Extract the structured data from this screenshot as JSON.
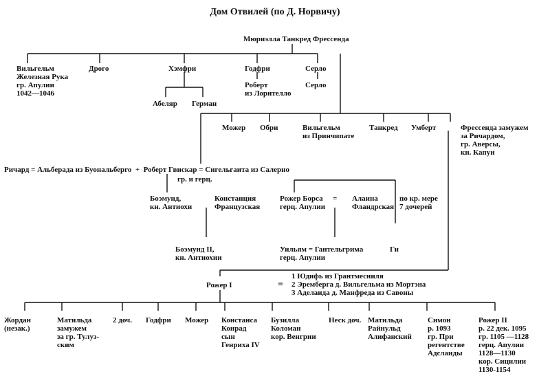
{
  "title": "Дом Отвилей (по Д. Норвичу)",
  "nodes": {
    "root": "Мюриэлла Танкред Фрессенда",
    "wilhelm": "Вильгельм\nЖелезная Рука\nгр. Апулии\n1042—1046",
    "drogo": "Дрого",
    "humphrey": "Хэмфри",
    "godfrey1": "Годфри",
    "serlo1": "Серло",
    "abelard": "Абеляр",
    "herman": "Герман",
    "robert_lor": "Роберт\nиз Лорителло",
    "serlo2": "Серло",
    "mauger1": "Можер",
    "aubrey": "Обри",
    "wilhelm_pr": "Вильгельм\nиз Принчипате",
    "tancred": "Танкред",
    "humbert": "Умберт",
    "fressenda": "Фрессенда замужем\nза Ричардом,\nгр. Аверсы,\nкн. Капуи",
    "richard_line": "Ричард = Альберада из Буональберго  +  Роберт Гвискар = Сигельгаита из Салерно",
    "guiscard_title": "гр. и герц.",
    "bohemond1": "Боэмунд,\nкн. Антиохи",
    "constance_fr": "Констанция\nФранцузская",
    "roger_borsa": "Рожер Борса\nгерц. Апулии",
    "eq_borsa": "=",
    "alaina": "Алаина\nФландрская",
    "seven_daughters": "по кр. мере\n7 дочерей",
    "bohemond2": "Боэмунд II,\nкн. Антиохии",
    "william_ap": "Уильям = Гантельгрима\nгерц. Апулии",
    "guy": "Ги",
    "roger1": "Рожер I",
    "eq_roger": "=",
    "wives": "1 Юдифь из Грантмесниля\n2 Эремберга д. Вильгельма из Мортэна\n3 Аделаида д. Манфреда из Савоны",
    "jordan": "Жордан\n(незак.)",
    "matilda1": "Матильда\nзамужем\nза гр. Тулуз-\nским",
    "two_daughters": "2 доч.",
    "godfrey2": "Годфри",
    "mauger2": "Можер",
    "constance2": "Констанса\nКонрад\nсын\nГенриха IV",
    "busilla": "Бузилла\nКоломан\nкор. Венгрии",
    "unk_daughters": "Неск доч.",
    "matilda2": "Матильда\nРайнульд\nАлифанский",
    "simon": "Симон\nр. 1093\nгр. При\nрегентстве\nАдслаиды",
    "roger2": "Рожер II\nр. 22 дек. 1095\nгр. 1105 —1128\nгерц. Апулии\n1128—1130\nкор. Сицилии\n1130-1154"
  }
}
